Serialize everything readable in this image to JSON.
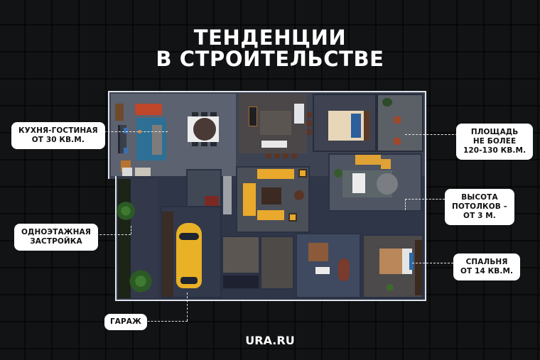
{
  "title": {
    "line1": "ТЕНДЕНЦИИ",
    "line2": "В СТРОИТЕЛЬСТВЕ"
  },
  "brand": "URA.RU",
  "colors": {
    "background": "#121315",
    "text_primary": "#ffffff",
    "callout_bg": "#ffffff",
    "callout_text": "#111111",
    "accent_yellow": "#e9a92c",
    "accent_orange_red": "#c0462a",
    "accent_blue": "#2d6f95"
  },
  "floor_plan": {
    "description": "Top-down rendered house floor plan",
    "rooms": [
      "kitchen-living",
      "dining",
      "kitchen",
      "bedroom-top",
      "study",
      "lounge",
      "living-room",
      "garage",
      "garden",
      "dining-lounge",
      "bedroom",
      "bathrooms"
    ],
    "car_color": "#e9a92c"
  },
  "callouts": [
    {
      "id": "kitchen",
      "lines": [
        "КУХНЯ-ГОСТИНАЯ",
        "ОТ 30 КВ.М."
      ]
    },
    {
      "id": "area",
      "lines": [
        "ПЛОЩАДЬ",
        "НЕ БОЛЕЕ",
        "120-130 КВ.М."
      ]
    },
    {
      "id": "ceiling",
      "lines": [
        "ВЫСОТА",
        "ПОТОЛКОВ –",
        "ОТ 3 М."
      ]
    },
    {
      "id": "single-story",
      "lines": [
        "ОДНОЭТАЖНАЯ",
        "ЗАСТРОЙКА"
      ]
    },
    {
      "id": "bedroom",
      "lines": [
        "СПАЛЬНЯ",
        "ОТ 14 КВ.М."
      ]
    },
    {
      "id": "garage",
      "lines": [
        "ГАРАЖ"
      ]
    }
  ]
}
